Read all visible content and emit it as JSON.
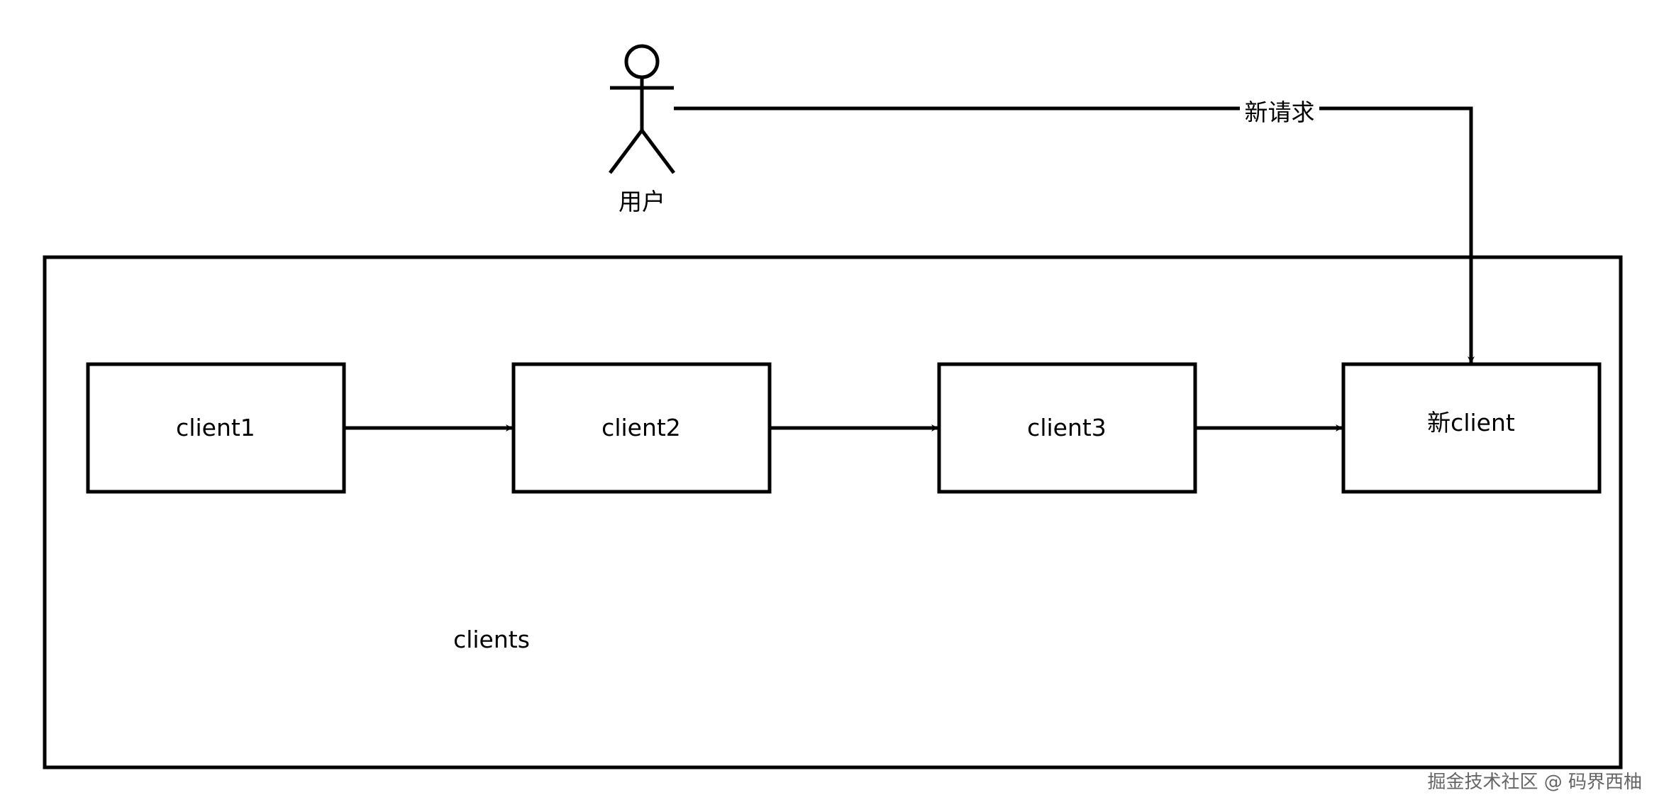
{
  "actor": {
    "label": "用户",
    "icon": "stick-figure-icon"
  },
  "container": {
    "label": "clients"
  },
  "nodes": [
    {
      "id": "client1",
      "label": "client1"
    },
    {
      "id": "client2",
      "label": "client2"
    },
    {
      "id": "client3",
      "label": "client3"
    },
    {
      "id": "new-client",
      "label": "新client"
    }
  ],
  "edges": [
    {
      "from": "client1",
      "to": "client2",
      "label": ""
    },
    {
      "from": "client2",
      "to": "client3",
      "label": ""
    },
    {
      "from": "client3",
      "to": "new-client",
      "label": ""
    },
    {
      "from": "用户",
      "to": "new-client",
      "label": "新请求"
    }
  ],
  "watermark": {
    "text": "掘金技术社区 @ 码界西柚"
  },
  "colors": {
    "stroke": "#000000",
    "background": "#ffffff",
    "watermark": "#666666"
  }
}
